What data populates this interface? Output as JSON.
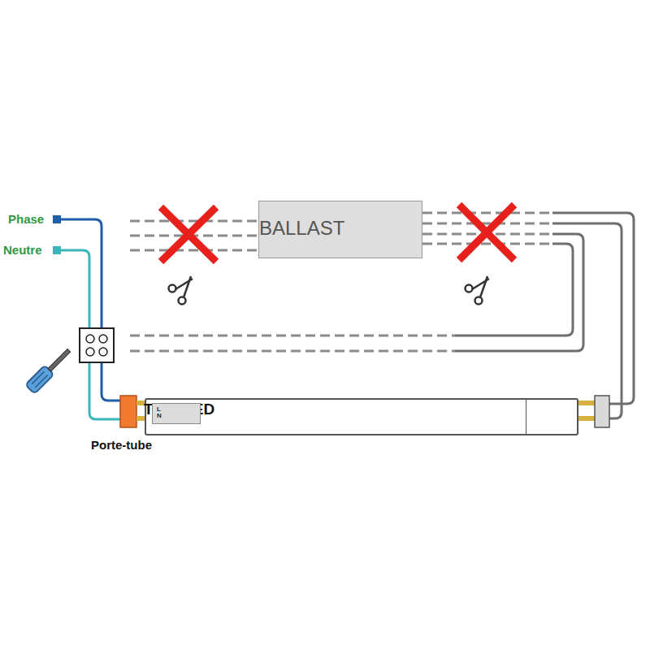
{
  "diagram": {
    "nodes": [
      {
        "text": [
          "BALLAST"
        ]
      },
      {
        "text": [
          "Tube LED"
        ]
      },
      {
        "text": [
          "L",
          "N"
        ],
        "in": 1
      }
    ],
    "labels": [
      "Phase",
      "Neutre",
      "Porte-tube"
    ]
  }
}
